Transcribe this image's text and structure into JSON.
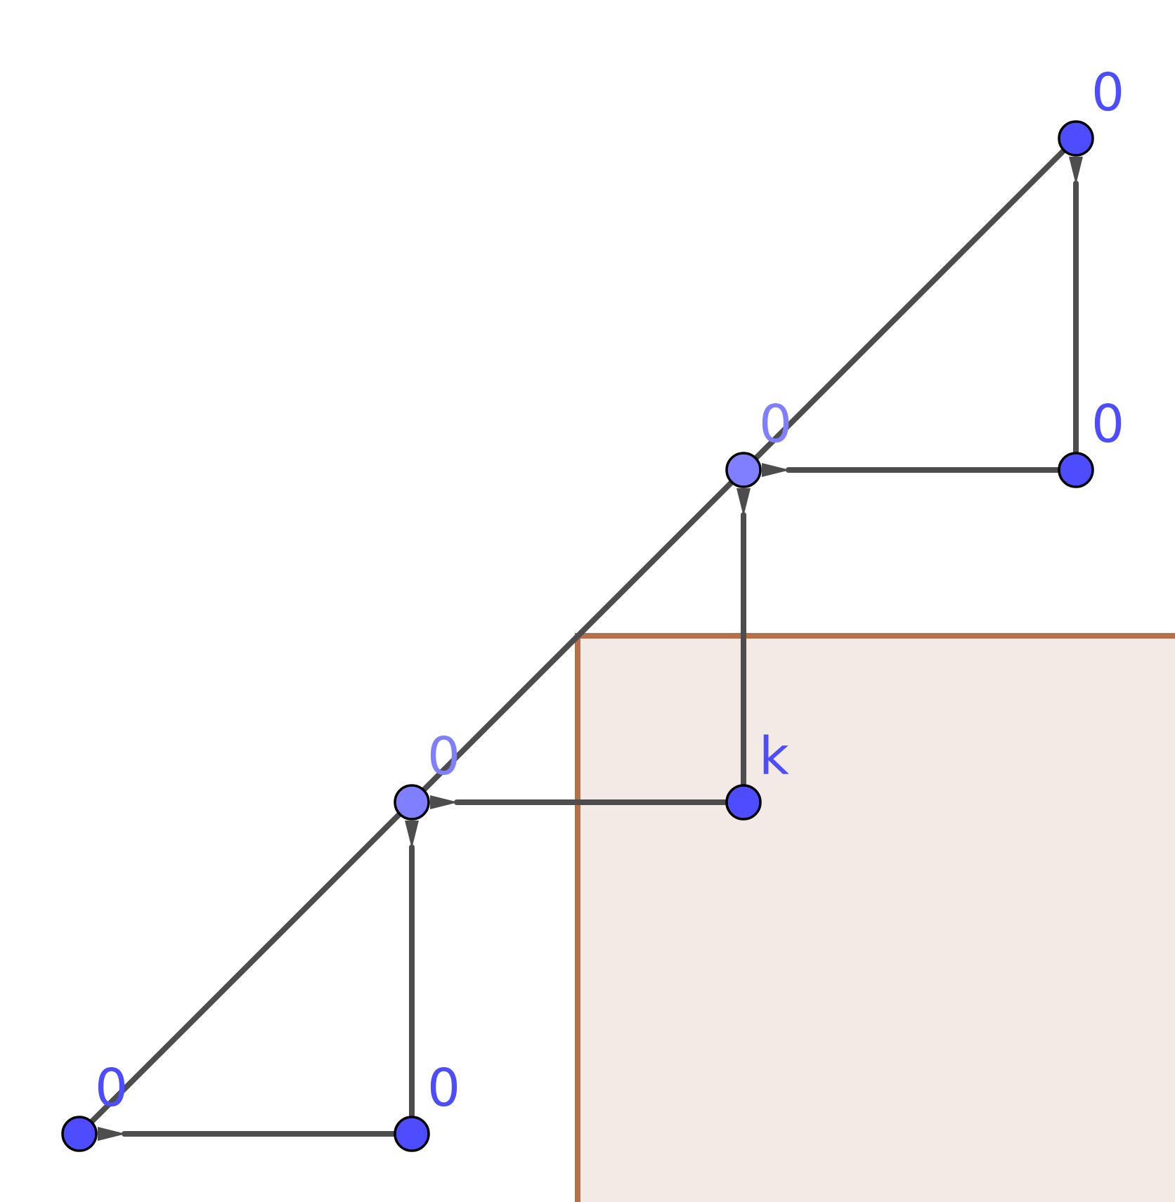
{
  "colors": {
    "edge": "#4d4d4d",
    "node_primary": "#4d4dff",
    "node_secondary": "#7f7fff",
    "node_outline": "#000000",
    "label_primary": "#4d4dff",
    "label_secondary": "#7f7fff",
    "region_fill": "#f3e9e5",
    "region_border": "#b5704a"
  },
  "nodes": [
    {
      "id": "n1",
      "label": "0",
      "style": "primary"
    },
    {
      "id": "n2",
      "label": "0",
      "style": "primary"
    },
    {
      "id": "n3",
      "label": "0",
      "style": "secondary"
    },
    {
      "id": "n4",
      "label": "k",
      "style": "primary"
    },
    {
      "id": "n5",
      "label": "0",
      "style": "secondary"
    },
    {
      "id": "n6",
      "label": "0",
      "style": "primary"
    },
    {
      "id": "n7",
      "label": "0",
      "style": "primary"
    }
  ],
  "edges": [
    {
      "from": "n2",
      "to": "n1",
      "directed": true
    },
    {
      "from": "n2",
      "to": "n3",
      "directed": true
    },
    {
      "from": "n4",
      "to": "n3",
      "directed": true
    },
    {
      "from": "n4",
      "to": "n5",
      "directed": true
    },
    {
      "from": "n6",
      "to": "n5",
      "directed": true
    },
    {
      "from": "n6",
      "to": "n7",
      "directed": true
    },
    {
      "from": "n1",
      "to": "n7",
      "directed": false
    }
  ]
}
